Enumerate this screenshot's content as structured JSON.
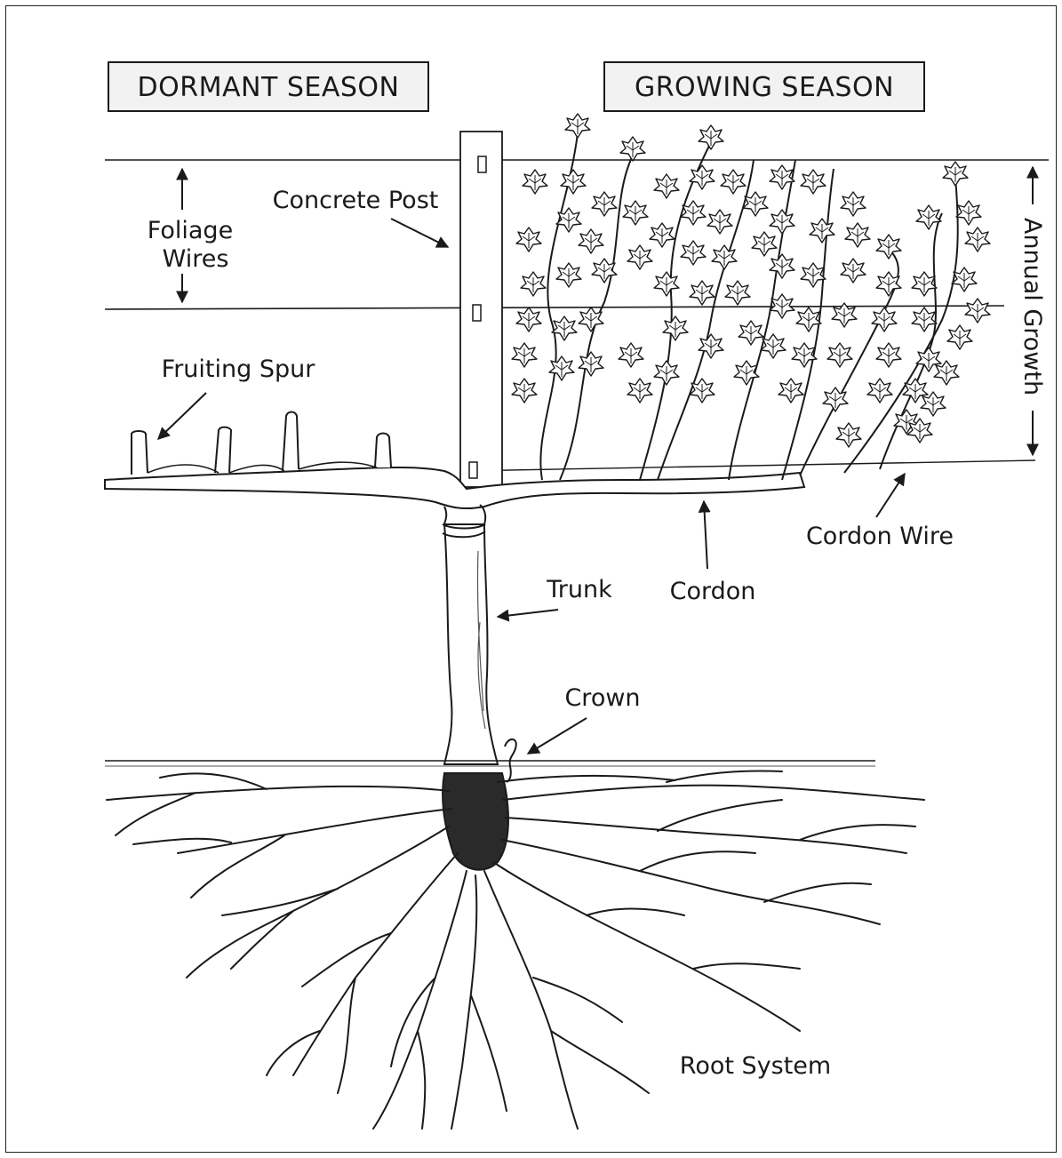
{
  "seasons": {
    "dormant": "DORMANT SEASON",
    "growing": "GROWING SEASON"
  },
  "labels": {
    "foliage_wires_line1": "Foliage",
    "foliage_wires_line2": "Wires",
    "concrete_post": "Concrete Post",
    "fruiting_spur": "Fruiting Spur",
    "annual_growth": "Annual Growth",
    "cordon_wire": "Cordon Wire",
    "trunk": "Trunk",
    "cordon": "Cordon",
    "crown": "Crown",
    "root_system": "Root System"
  },
  "colors": {
    "ink": "#1a1a1a",
    "box_fill": "#f2f2f2"
  }
}
